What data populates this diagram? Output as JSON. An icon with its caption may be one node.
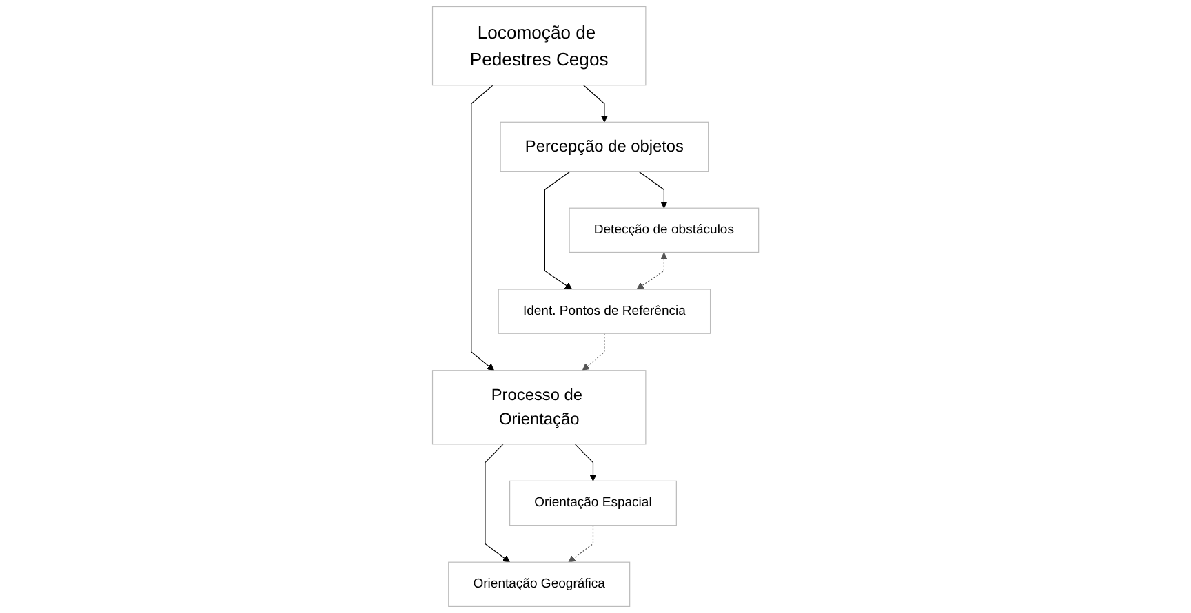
{
  "diagram": {
    "nodes": [
      {
        "text": [
          "Locomoção de Pedestres Cegos"
        ]
      },
      {
        "text": [
          "Percepção de objetos"
        ]
      },
      {
        "text": [
          "Processo de Orientação"
        ]
      },
      {
        "text": [
          "Detecção de obstáculos"
        ]
      },
      {
        "text": [
          "Ident. Pontos de Referência"
        ]
      },
      {
        "text": [
          "Orientação Espacial"
        ]
      },
      {
        "text": [
          "Orientação Geográfica"
        ]
      }
    ],
    "edges": [
      {
        "from": 0,
        "to": 1,
        "arrow": "to"
      },
      {
        "from": 0,
        "to": 2,
        "arrow": "to"
      },
      {
        "from": 1,
        "to": 3,
        "arrow": "to"
      },
      {
        "from": 1,
        "to": 4,
        "arrow": "to"
      },
      {
        "from": 4,
        "to": 2,
        "arrow": "to",
        "style": "dashed",
        "color": "#555555"
      },
      {
        "from": 2,
        "to": 5,
        "arrow": "to"
      },
      {
        "from": 2,
        "to": 6,
        "arrow": "to"
      },
      {
        "from": 3,
        "to": 4,
        "arrow": "both",
        "style": "dashed",
        "color": "#555555"
      },
      {
        "from": 5,
        "to": 6,
        "arrow": "to",
        "style": "dashed",
        "color": "#555555"
      }
    ]
  }
}
